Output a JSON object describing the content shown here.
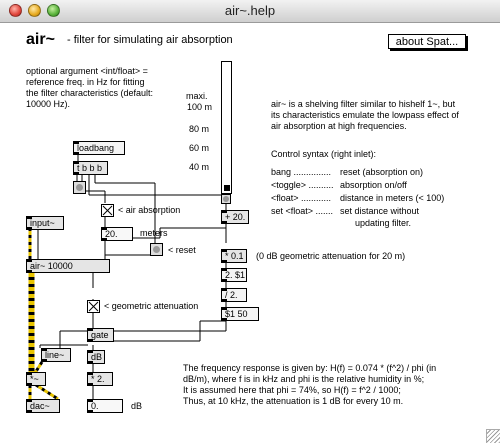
{
  "window": {
    "title": "air~.help"
  },
  "header": {
    "name": "air~",
    "description": "- filter for simulating air absorption",
    "about_button": "about Spat..."
  },
  "optional_arg": [
    "optional argument <int/float> =",
    "reference freq. in Hz for fitting",
    "the filter characteristics (default:",
    "10000 Hz)."
  ],
  "slider": {
    "maxi_label": "maxi.",
    "ticks": [
      "100 m",
      "80 m",
      "60 m",
      "40 m"
    ],
    "level": 0.0
  },
  "objects": {
    "loadbang": "loadbang",
    "tbbb": "t b b b",
    "input": "input~",
    "air": "air~ 10000",
    "gate": "gate",
    "line": "line~",
    "times": "*~",
    "dac": "dac~",
    "db": "dB",
    "mult2": "* 2.",
    "plus20": "+ 20.",
    "mul01": "* 0.1",
    "pow2": "2. $1",
    "div2": "/ 2.",
    "set150": "$1 50"
  },
  "numbers": {
    "meters_value": "20.",
    "db_value": "0."
  },
  "labels": {
    "air_absorption": "< air absorption",
    "meters": "meters",
    "reset": "< reset",
    "geom_note": "(0 dB geometric attenuation for 20 m)",
    "geom_att": "< geometric attenuation",
    "db_unit": "dB"
  },
  "description": [
    "air~ is a shelving filter similar to hishelf 1~, but",
    "its characteristics emulate the lowpass effect of",
    "air absorption at high frequencies."
  ],
  "control": {
    "heading": "Control syntax (right inlet):",
    "rows": [
      {
        "key": "bang ...............",
        "value": "reset (absorption on)"
      },
      {
        "key": "<toggle> ..........",
        "value": "absorption on/off"
      },
      {
        "key": "<float> ............",
        "value": "distance in meters (< 100)"
      },
      {
        "key": "set <float> .......",
        "value": "set distance without"
      },
      {
        "key": "",
        "value": "updating filter."
      }
    ]
  },
  "response": [
    "The frequency response is given by: H(f) = 0.074 * (f^2) / phi (in",
    "dB/m), where f is in kHz and phi is the relative humidity in %;",
    "It is assumed here that phi = 74%, so H(f) = f^2 / 1000;",
    "Thus, at 10 kHz, the attenuation is 1 dB for every 10 m."
  ]
}
